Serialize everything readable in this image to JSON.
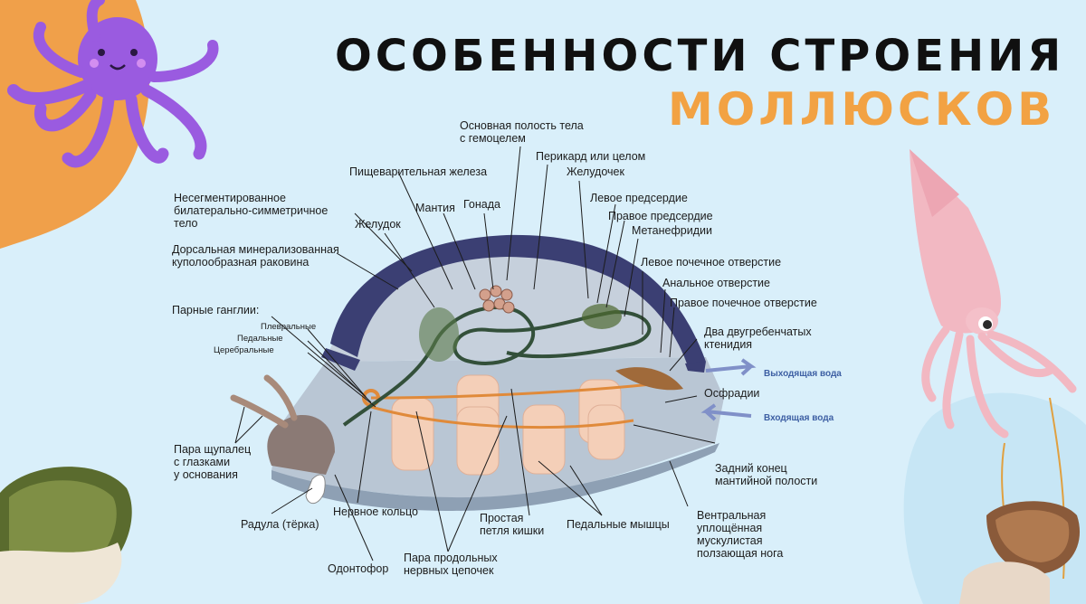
{
  "title": {
    "line1": "ОСОБЕННОСТИ СТРОЕНИЯ",
    "line2": "МОЛЛЮСКОВ"
  },
  "labels": {
    "body_cavity": "Основная полость тела\nс гемоцелем",
    "pericardium": "Перикард или целом",
    "ventricle": "Желудочек",
    "digestive_gland": "Пищеварительная железа",
    "nonsegmented": "Несегментированное\nбилатерально-симметричное\nтело",
    "mantle": "Мантия",
    "gonad": "Гонада",
    "left_atrium": "Левое предсердие",
    "right_atrium": "Правое предсердие",
    "stomach": "Желудок",
    "metanephridia": "Метанефридии",
    "shell": "Дорсальная минерализованная\nкуполообразная раковина",
    "left_renal": "Левое почечное отверстие",
    "anal": "Анальное отверстие",
    "right_renal": "Правое почечное отверстие",
    "ganglia": "Парные ганглии:",
    "pleural": "Плевральные",
    "pedal": "Педальные",
    "cerebral": "Церебральные",
    "ctenidia": "Два двугребенчатых\nктенидия",
    "outgoing_water": "Выходящая вода",
    "osphradia": "Осфрадии",
    "incoming_water": "Входящая вода",
    "tentacles": "Пара щупалец\nс глазками\nу основания",
    "mantle_cavity_end": "Задний конец\nмантийной полости",
    "nerve_ring": "Нервное кольцо",
    "radula": "Радула (тёрка)",
    "intestine_loop": "Простая\nпетля кишки",
    "pedal_muscles": "Педальные мышцы",
    "foot": "Вентральная\nуплощённая\nмускулистая\nползающая нога",
    "odontophore": "Одонтофор",
    "nerve_cords": "Пара продольных\nнервных цепочек"
  },
  "colors": {
    "background": "#d9effa",
    "title_dark": "#101010",
    "title_accent": "#f2a243",
    "shell": "#3b3f73",
    "octopus": "#9a5be0",
    "squid": "#f2b8c2",
    "blob": "#f0a04a"
  },
  "icons": [
    "octopus-illustration",
    "squid-illustration",
    "shell-illustration",
    "mollusc-diagram"
  ]
}
